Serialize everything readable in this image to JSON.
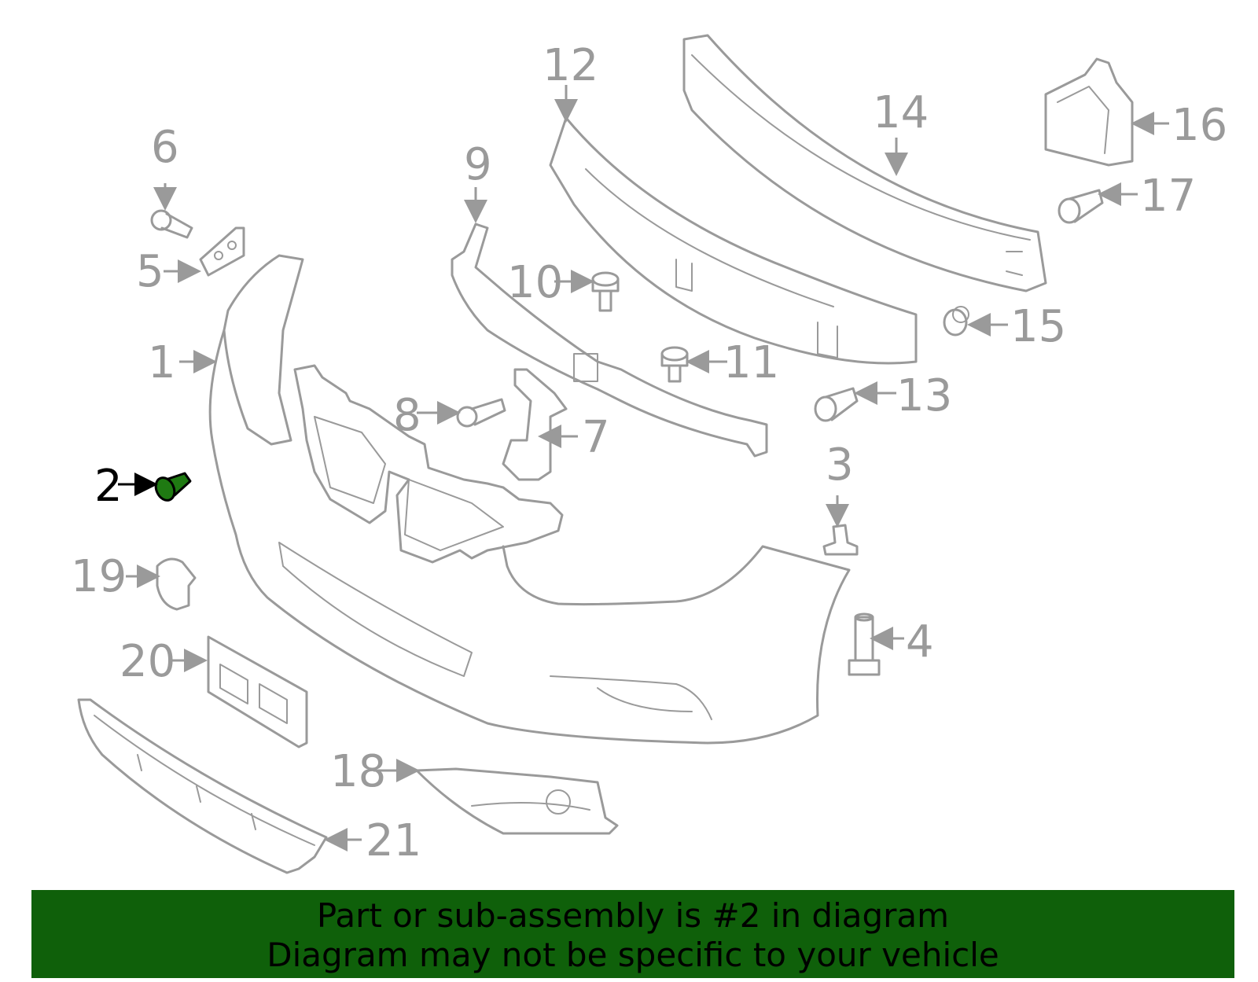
{
  "colors": {
    "part_stroke": "#9a9a9a",
    "highlight_fill": "#1f7a12",
    "banner_bg": "#0f600a",
    "active_label": "#000000"
  },
  "callouts": {
    "c1": "1",
    "c2": "2",
    "c3": "3",
    "c4": "4",
    "c5": "5",
    "c6": "6",
    "c7": "7",
    "c8": "8",
    "c9": "9",
    "c10": "10",
    "c11": "11",
    "c12": "12",
    "c13": "13",
    "c14": "14",
    "c15": "15",
    "c16": "16",
    "c17": "17",
    "c18": "18",
    "c19": "19",
    "c20": "20",
    "c21": "21"
  },
  "highlighted_part": "2",
  "banner": {
    "line1": "Part or sub-assembly is #2 in diagram",
    "line2": "Diagram may not be specific to your vehicle"
  }
}
